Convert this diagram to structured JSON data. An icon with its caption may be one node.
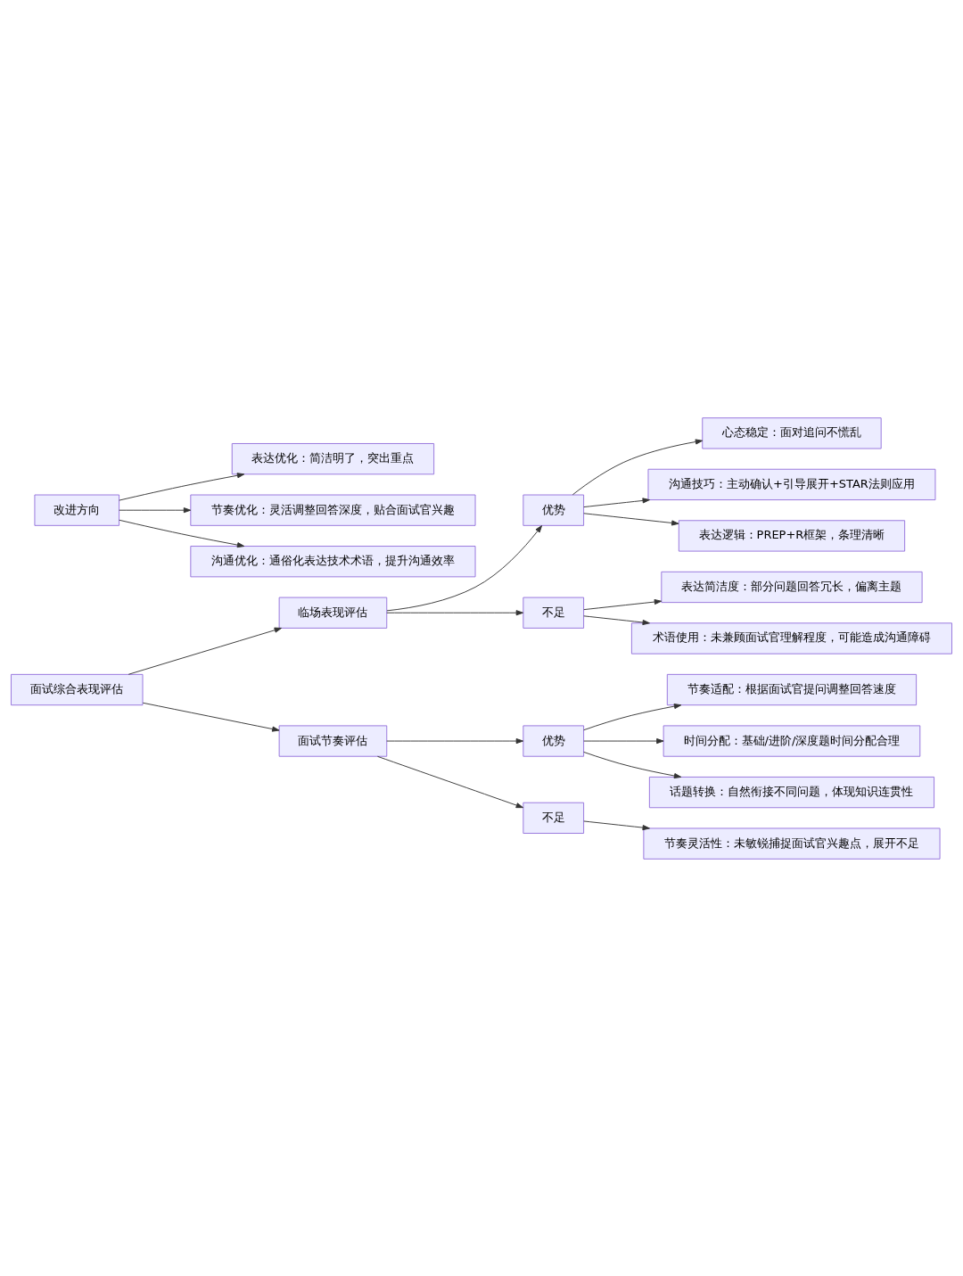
{
  "diagram": {
    "nodes": [
      {
        "text": [
          "面试综合表现评估"
        ]
      },
      {
        "text": [
          "临场表现评估"
        ]
      },
      {
        "text": [
          "优势"
        ]
      },
      {
        "text": [
          "心态稳定：面对追问不慌乱"
        ]
      },
      {
        "text": [
          "沟通技巧：主动确认+引导展开+STAR法则应用"
        ]
      },
      {
        "text": [
          "表达逻辑：PREP+R框架，条理清晰"
        ]
      },
      {
        "text": [
          "不足"
        ]
      },
      {
        "text": [
          "表达简洁度：部分问题回答冗长，偏离主题"
        ]
      },
      {
        "text": [
          "术语使用：未兼顾面试官理解程度，可能造成沟通障碍"
        ]
      },
      {
        "text": [
          "面试节奏评估"
        ]
      },
      {
        "text": [
          "优势"
        ]
      },
      {
        "text": [
          "节奏适配：根据面试官提问调整回答速度"
        ]
      },
      {
        "text": [
          "时间分配：基础/进阶/深度题时间分配合理"
        ]
      },
      {
        "text": [
          "话题转换：自然衔接不同问题，体现知识连贯性"
        ]
      },
      {
        "text": [
          "不足"
        ]
      },
      {
        "text": [
          "节奏灵活性：未敏锐捕捉面试官兴趣点，展开不足"
        ]
      },
      {
        "text": [
          "改进方向"
        ]
      },
      {
        "text": [
          "表达优化：简洁明了，突出重点"
        ]
      },
      {
        "text": [
          "节奏优化：灵活调整回答深度，贴合面试官兴趣"
        ]
      },
      {
        "text": [
          "沟通优化：通俗化表达技术术语，提升沟通效率"
        ]
      }
    ],
    "edges": [
      {
        "from": 0,
        "to": 1,
        "arrow": "to"
      },
      {
        "from": 0,
        "to": 9,
        "arrow": "to"
      },
      {
        "from": 1,
        "to": 2,
        "arrow": "to"
      },
      {
        "from": 1,
        "to": 6,
        "arrow": "to"
      },
      {
        "from": 2,
        "to": 3,
        "arrow": "to"
      },
      {
        "from": 2,
        "to": 4,
        "arrow": "to"
      },
      {
        "from": 2,
        "to": 5,
        "arrow": "to"
      },
      {
        "from": 6,
        "to": 7,
        "arrow": "to"
      },
      {
        "from": 6,
        "to": 8,
        "arrow": "to"
      },
      {
        "from": 9,
        "to": 10,
        "arrow": "to"
      },
      {
        "from": 9,
        "to": 14,
        "arrow": "to"
      },
      {
        "from": 10,
        "to": 11,
        "arrow": "to"
      },
      {
        "from": 10,
        "to": 12,
        "arrow": "to"
      },
      {
        "from": 10,
        "to": 13,
        "arrow": "to"
      },
      {
        "from": 14,
        "to": 15,
        "arrow": "to"
      },
      {
        "from": 16,
        "to": 17,
        "arrow": "to"
      },
      {
        "from": 16,
        "to": 18,
        "arrow": "to"
      },
      {
        "from": 16,
        "to": 19,
        "arrow": "to"
      }
    ]
  }
}
